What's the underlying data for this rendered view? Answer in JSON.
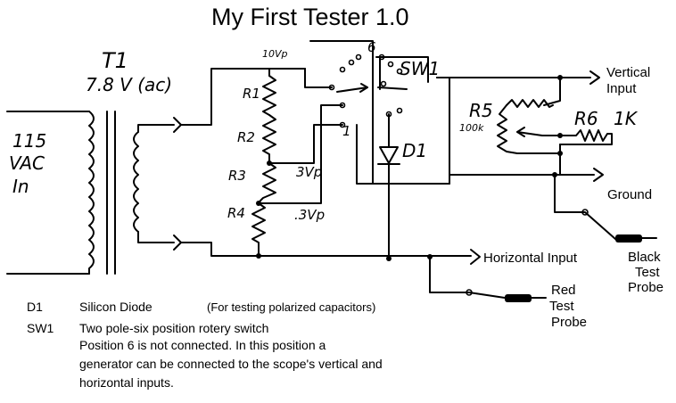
{
  "title": "My First Tester  1.0",
  "transformer": {
    "ref": "T1",
    "rating": "7.8 V (ac)",
    "primary_label": [
      "115",
      "VAC",
      "In"
    ]
  },
  "resistors": {
    "r1": "R1",
    "r2": "R2",
    "r3": "R3",
    "r4": "R4",
    "r5": "R5",
    "r5_value": "100k",
    "r6": "R6",
    "r6_value": "1K"
  },
  "voltages": {
    "top": "10Vp",
    "mid": "3Vp",
    "low": ".3Vp"
  },
  "switch": {
    "ref": "SW1",
    "pos1": "1",
    "pos6": "6"
  },
  "diode": {
    "ref": "D1"
  },
  "terminals": {
    "vertical": [
      "Vertical",
      "Input"
    ],
    "ground": "Ground",
    "horizontal": "Horizontal Input",
    "black_probe": [
      "Black",
      "Test",
      "Probe"
    ],
    "red_probe": [
      "Red",
      "Test",
      "Probe"
    ]
  },
  "legend": [
    {
      "ref": "D1",
      "desc": "Silicon Diode",
      "note": "(For testing polarized capacitors)"
    },
    {
      "ref": "SW1",
      "desc": "Two pole-six position rotery switch"
    }
  ],
  "legend_extra": [
    "Position 6 is not connected. In this position a",
    "generator can be connected to the scope's vertical and",
    "horizontal inputs."
  ],
  "colors": {
    "ink": "#000000",
    "paper": "#ffffff"
  }
}
